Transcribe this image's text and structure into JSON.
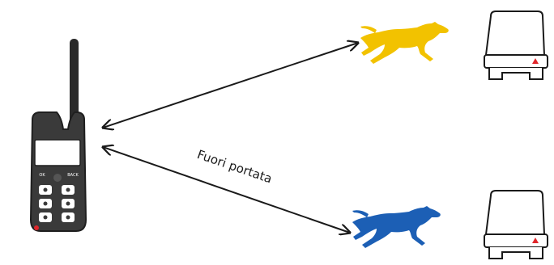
{
  "diagram": {
    "range_label": "Fuori portata",
    "remote": {
      "key_ok": "OK",
      "key_back": "BACK"
    },
    "dogs": [
      {
        "name": "dog-yellow",
        "color": "#f2c200"
      },
      {
        "name": "dog-blue",
        "color": "#1c5fb5"
      }
    ],
    "collar_indicator_color": "#e0262b",
    "remote_power_color": "#e0262b",
    "arrow_color": "#1a1a1a"
  }
}
